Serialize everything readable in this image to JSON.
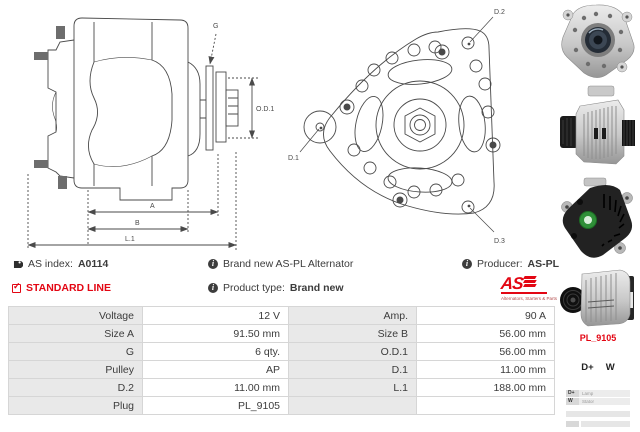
{
  "colors": {
    "accent_red": "#e30613",
    "table_label_bg": "#e9e9e9",
    "line": "#4a4a4a"
  },
  "drawings": {
    "side_view": {
      "g": "G",
      "od1": "O.D.1",
      "a": "A",
      "b": "B",
      "l1": "L.1"
    },
    "rear_view": {
      "d1": "D.1",
      "d2": "D.2",
      "d3": "D.3"
    }
  },
  "info": {
    "as_index_label": "AS index:",
    "as_index_value": "A0114",
    "standard_line": "STANDARD LINE",
    "brand_new_text": "Brand new AS-PL Alternator",
    "product_type_label": "Product type:",
    "product_type_value": "Brand new",
    "producer_label": "Producer:",
    "producer_value": "AS-PL",
    "logo_text": "AS",
    "logo_tagline": "Alternators, Starters & Parts"
  },
  "specs": {
    "rows": [
      {
        "l1": "Voltage",
        "v1": "12 V",
        "l2": "Amp.",
        "v2": "90 A"
      },
      {
        "l1": "Size A",
        "v1": "91.50 mm",
        "l2": "Size B",
        "v2": "56.00 mm"
      },
      {
        "l1": "G",
        "v1": "6 qty.",
        "l2": "O.D.1",
        "v2": "56.00 mm"
      },
      {
        "l1": "Pulley",
        "v1": "AP",
        "l2": "D.1",
        "v2": "11.00 mm"
      },
      {
        "l1": "D.2",
        "v1": "11.00 mm",
        "l2": "L.1",
        "v2": "188.00 mm"
      },
      {
        "l1": "Plug",
        "v1": "PL_9105",
        "l2": "",
        "v2": ""
      }
    ]
  },
  "sidebar": {
    "plug_code": "PL_9105",
    "terminals": {
      "dplus": "D+",
      "w": "W"
    },
    "pin_table": [
      {
        "pin": "D+",
        "desc": "Lamp"
      },
      {
        "pin": "W",
        "desc": "Stator"
      }
    ]
  }
}
